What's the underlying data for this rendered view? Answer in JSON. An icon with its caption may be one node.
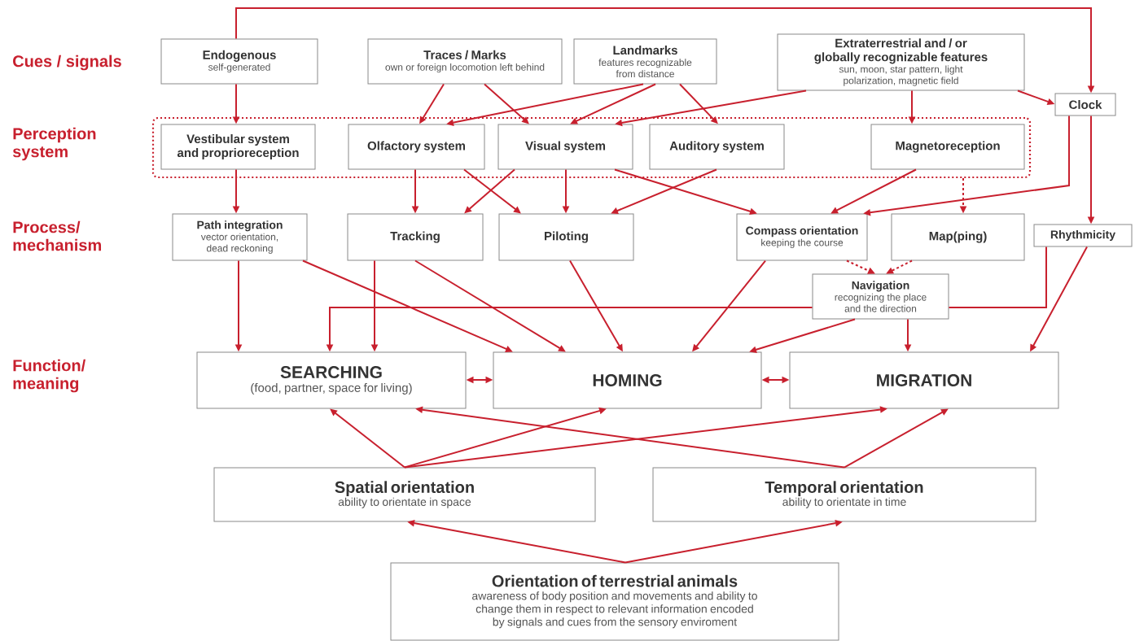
{
  "diagram": {
    "nodes": [
      {
        "text": [
          "Endogenous",
          "self-generated"
        ]
      },
      {
        "text": [
          "Traces / Marks",
          "own or foreign locomotion left behind"
        ]
      },
      {
        "text": [
          "Landmarks",
          "features recognizable from distance"
        ]
      },
      {
        "text": [
          "Extraterrestrial and / or globally recognizable features",
          "sun, moon, star pattern, light polarization, magnetic field"
        ]
      },
      {
        "text": [
          "Clock"
        ]
      },
      {
        "text": [],
        "shape": "box"
      },
      {
        "text": [
          "Vestibular system and proprioreception"
        ],
        "in": 5
      },
      {
        "text": [
          "Olfactory system"
        ],
        "in": 5
      },
      {
        "text": [
          "Visual system"
        ],
        "in": 5
      },
      {
        "text": [
          "Auditory system"
        ],
        "in": 5
      },
      {
        "text": [
          "Magnetoreception"
        ],
        "in": 5
      },
      {
        "text": [
          "Path integration",
          "vector orientation, dead reckoning"
        ]
      },
      {
        "text": [
          "Tracking"
        ]
      },
      {
        "text": [
          "Piloting"
        ]
      },
      {
        "text": [
          "Compass orientation",
          "keeping the course"
        ]
      },
      {
        "text": [
          "Map(ping)"
        ]
      },
      {
        "text": [
          "Rhythmicity"
        ]
      },
      {
        "text": [
          "Navigation",
          "recognizing the place and the direction"
        ]
      },
      {
        "text": [
          "SEARCHING",
          "(food, partner, space for living)"
        ]
      },
      {
        "text": [
          "HOMING"
        ]
      },
      {
        "text": [
          "MIGRATION"
        ]
      },
      {
        "text": [
          "Spatial orientation",
          "ability to orientate in space"
        ]
      },
      {
        "text": [
          "Temporal orientation",
          "ability to orientate in time"
        ]
      },
      {
        "text": [
          "Orientation of terrestrial animals",
          "awareness of body position and movements and ability to change them in respect to relevant information encoded by signals and cues from the sensory enviroment"
        ]
      }
    ],
    "edges": [
      {
        "from": 0,
        "to": 4,
        "arrow": "to"
      },
      {
        "from": 0,
        "to": 6,
        "arrow": "to"
      },
      {
        "from": 1,
        "to": 7,
        "arrow": "to"
      },
      {
        "from": 1,
        "to": 8,
        "arrow": "to"
      },
      {
        "from": 2,
        "to": 7,
        "arrow": "to"
      },
      {
        "from": 2,
        "to": 8,
        "arrow": "to"
      },
      {
        "from": 2,
        "to": 9,
        "arrow": "to"
      },
      {
        "from": 3,
        "to": 8,
        "arrow": "to"
      },
      {
        "from": 3,
        "to": 10,
        "arrow": "to"
      },
      {
        "from": 3,
        "to": 4,
        "arrow": "to"
      },
      {
        "from": 6,
        "to": 11,
        "arrow": "to"
      },
      {
        "from": 7,
        "to": 12,
        "arrow": "to"
      },
      {
        "from": 7,
        "to": 13,
        "arrow": "to"
      },
      {
        "from": 8,
        "to": 12,
        "arrow": "to"
      },
      {
        "from": 8,
        "to": 13,
        "arrow": "to"
      },
      {
        "from": 8,
        "to": 14,
        "arrow": "to"
      },
      {
        "from": 9,
        "to": 13,
        "arrow": "to"
      },
      {
        "from": 10,
        "to": 14,
        "arrow": "to"
      },
      {
        "from": 4,
        "to": 14,
        "arrow": "to"
      },
      {
        "from": 4,
        "to": 16,
        "arrow": "to"
      },
      {
        "from": 5,
        "to": 15,
        "arrow": "to",
        "style": "dashed"
      },
      {
        "from": 14,
        "to": 17,
        "arrow": "to",
        "style": "dashed"
      },
      {
        "from": 15,
        "to": 17,
        "arrow": "to",
        "style": "dashed"
      },
      {
        "from": 11,
        "to": 18,
        "arrow": "to"
      },
      {
        "from": 11,
        "to": 19,
        "arrow": "to"
      },
      {
        "from": 12,
        "to": 18,
        "arrow": "to"
      },
      {
        "from": 12,
        "to": 19,
        "arrow": "to"
      },
      {
        "from": 13,
        "to": 19,
        "arrow": "to"
      },
      {
        "from": 14,
        "to": 19,
        "arrow": "to"
      },
      {
        "from": 16,
        "to": 17,
        "arrow": "none"
      },
      {
        "from": 17,
        "to": 18,
        "arrow": "to"
      },
      {
        "from": 16,
        "to": 20,
        "arrow": "to"
      },
      {
        "from": 17,
        "to": 19,
        "arrow": "to"
      },
      {
        "from": 17,
        "to": 20,
        "arrow": "to"
      },
      {
        "from": 18,
        "to": 19,
        "arrow": "both"
      },
      {
        "from": 19,
        "to": 20,
        "arrow": "both"
      },
      {
        "from": 21,
        "to": 18,
        "arrow": "to"
      },
      {
        "from": 21,
        "to": 19,
        "arrow": "to"
      },
      {
        "from": 21,
        "to": 20,
        "arrow": "to"
      },
      {
        "from": 22,
        "to": 18,
        "arrow": "to"
      },
      {
        "from": 22,
        "to": 20,
        "arrow": "to"
      },
      {
        "from": 23,
        "to": 21,
        "arrow": "to"
      },
      {
        "from": 23,
        "to": 22,
        "arrow": "to"
      }
    ],
    "labels": [
      "Cues / signals",
      "Perception system",
      "Process/ mechanism",
      "Function/ meaning"
    ]
  }
}
